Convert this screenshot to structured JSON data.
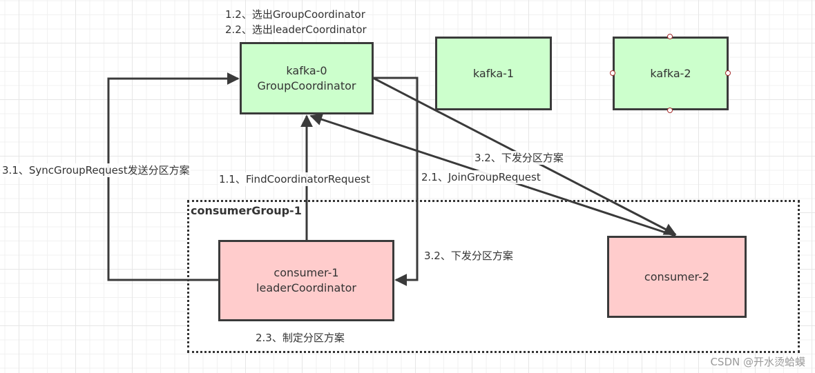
{
  "diagram": {
    "group": {
      "title": "consumerGroup-1"
    },
    "nodes": {
      "kafka0": {
        "line1": "kafka-0",
        "line2": "GroupCoordinator",
        "fill": "#ccffcc"
      },
      "kafka1": {
        "line1": "kafka-1",
        "fill": "#ccffcc"
      },
      "kafka2": {
        "line1": "kafka-2",
        "fill": "#ccffcc",
        "selected": true
      },
      "consumer1": {
        "line1": "consumer-1",
        "line2": "leaderCoordinator",
        "fill": "#ffcccc"
      },
      "consumer2": {
        "line1": "consumer-2",
        "fill": "#ffcccc"
      }
    },
    "labels": {
      "step_1_2": "1.2、选出GroupCoordinator",
      "step_2_2": "2.2、选出leaderCoordinator",
      "step_3_1": "3.1、SyncGroupRequest发送分区方案",
      "step_1_1": "1.1、FindCoordinatorRequest",
      "step_3_2_top": "3.2、下发分区方案",
      "step_2_1": "2.1、JoinGroupRequest",
      "step_3_2_right": "3.2、下发分区方案",
      "step_2_3": "2.3、制定分区方案"
    },
    "edges": [
      {
        "id": "sync-group-request",
        "from": "consumer-1",
        "to": "kafka-0",
        "label": "3.1、SyncGroupRequest发送分区方案"
      },
      {
        "id": "find-coordinator-request",
        "from": "consumer-1",
        "to": "kafka-0",
        "label": "1.1、FindCoordinatorRequest"
      },
      {
        "id": "assign-partitions-consumer-1",
        "from": "kafka-0",
        "to": "consumer-1",
        "label": "3.2、下发分区方案"
      },
      {
        "id": "assign-partitions-consumer-2",
        "from": "kafka-0",
        "to": "consumer-2",
        "label": "3.2、下发分区方案"
      },
      {
        "id": "join-group-request",
        "from": "consumer-2",
        "to": "kafka-0",
        "label": "2.1、JoinGroupRequest"
      }
    ],
    "colors": {
      "line": "#3a3a3a",
      "broker_fill": "#ccffcc",
      "consumer_fill": "#ffcccc",
      "handle": "#a52a2a"
    }
  },
  "watermark": "CSDN @开水烫蛤蟆"
}
